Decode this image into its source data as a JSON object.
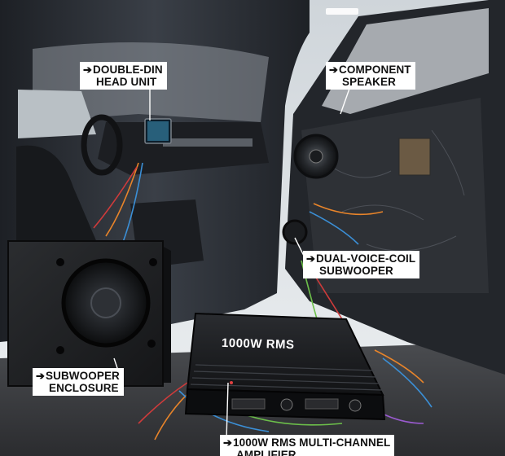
{
  "labels": {
    "head_unit": {
      "line1": "DOUBLE-DIN",
      "line2": "HEAD UNIT"
    },
    "component_speaker": {
      "line1": "COMPONENT",
      "line2": "SPEAKER"
    },
    "dual_voice_coil": {
      "line1": "DUAL-VOICE-COIL",
      "line2": "SUBWOOPER"
    },
    "sub_enclosure": {
      "line1": "SUBWOOPER",
      "line2": "ENCLOSURE"
    },
    "amplifier": {
      "line1": "1000W RMS MULTI-CHANNEL",
      "line2": "AMPLIFIER"
    }
  },
  "amp_face_text": "1000W RMS",
  "arrow_glyph": "➔",
  "colors": {
    "label_bg": "#ffffff",
    "label_text": "#111111",
    "car_body": "#2a2d33",
    "floor": "#3a3b3e",
    "wall": "#dfe3e6"
  }
}
